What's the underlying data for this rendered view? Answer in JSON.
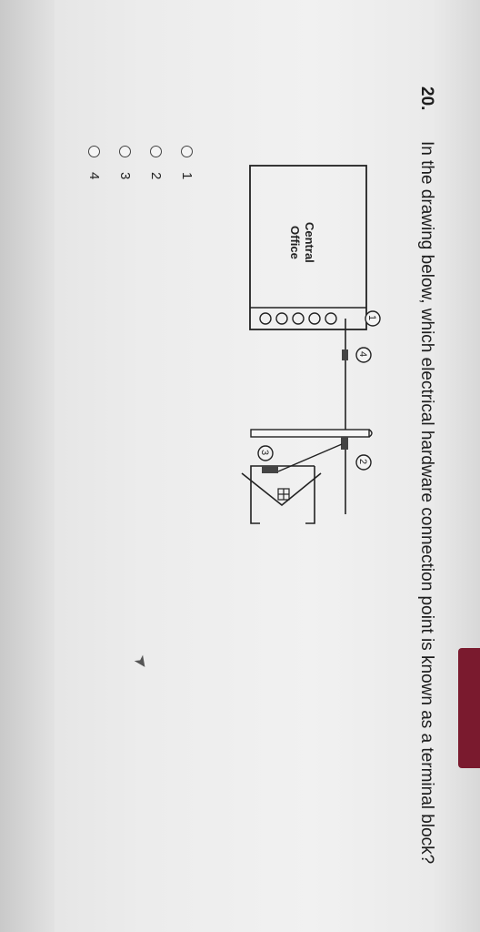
{
  "question": {
    "number": "20.",
    "text": "In the drawing below, which electrical hardware connection point is known as a terminal block?"
  },
  "diagram": {
    "office_label_line1": "Central",
    "office_label_line2": "Office",
    "callouts": [
      "1",
      "2",
      "3",
      "4"
    ]
  },
  "options": [
    {
      "label": "1",
      "selected": false
    },
    {
      "label": "2",
      "selected": false
    },
    {
      "label": "3",
      "selected": false
    },
    {
      "label": "4",
      "selected": false
    }
  ],
  "colors": {
    "tab": "#7a1a2e",
    "ink": "#1d1d1d"
  }
}
